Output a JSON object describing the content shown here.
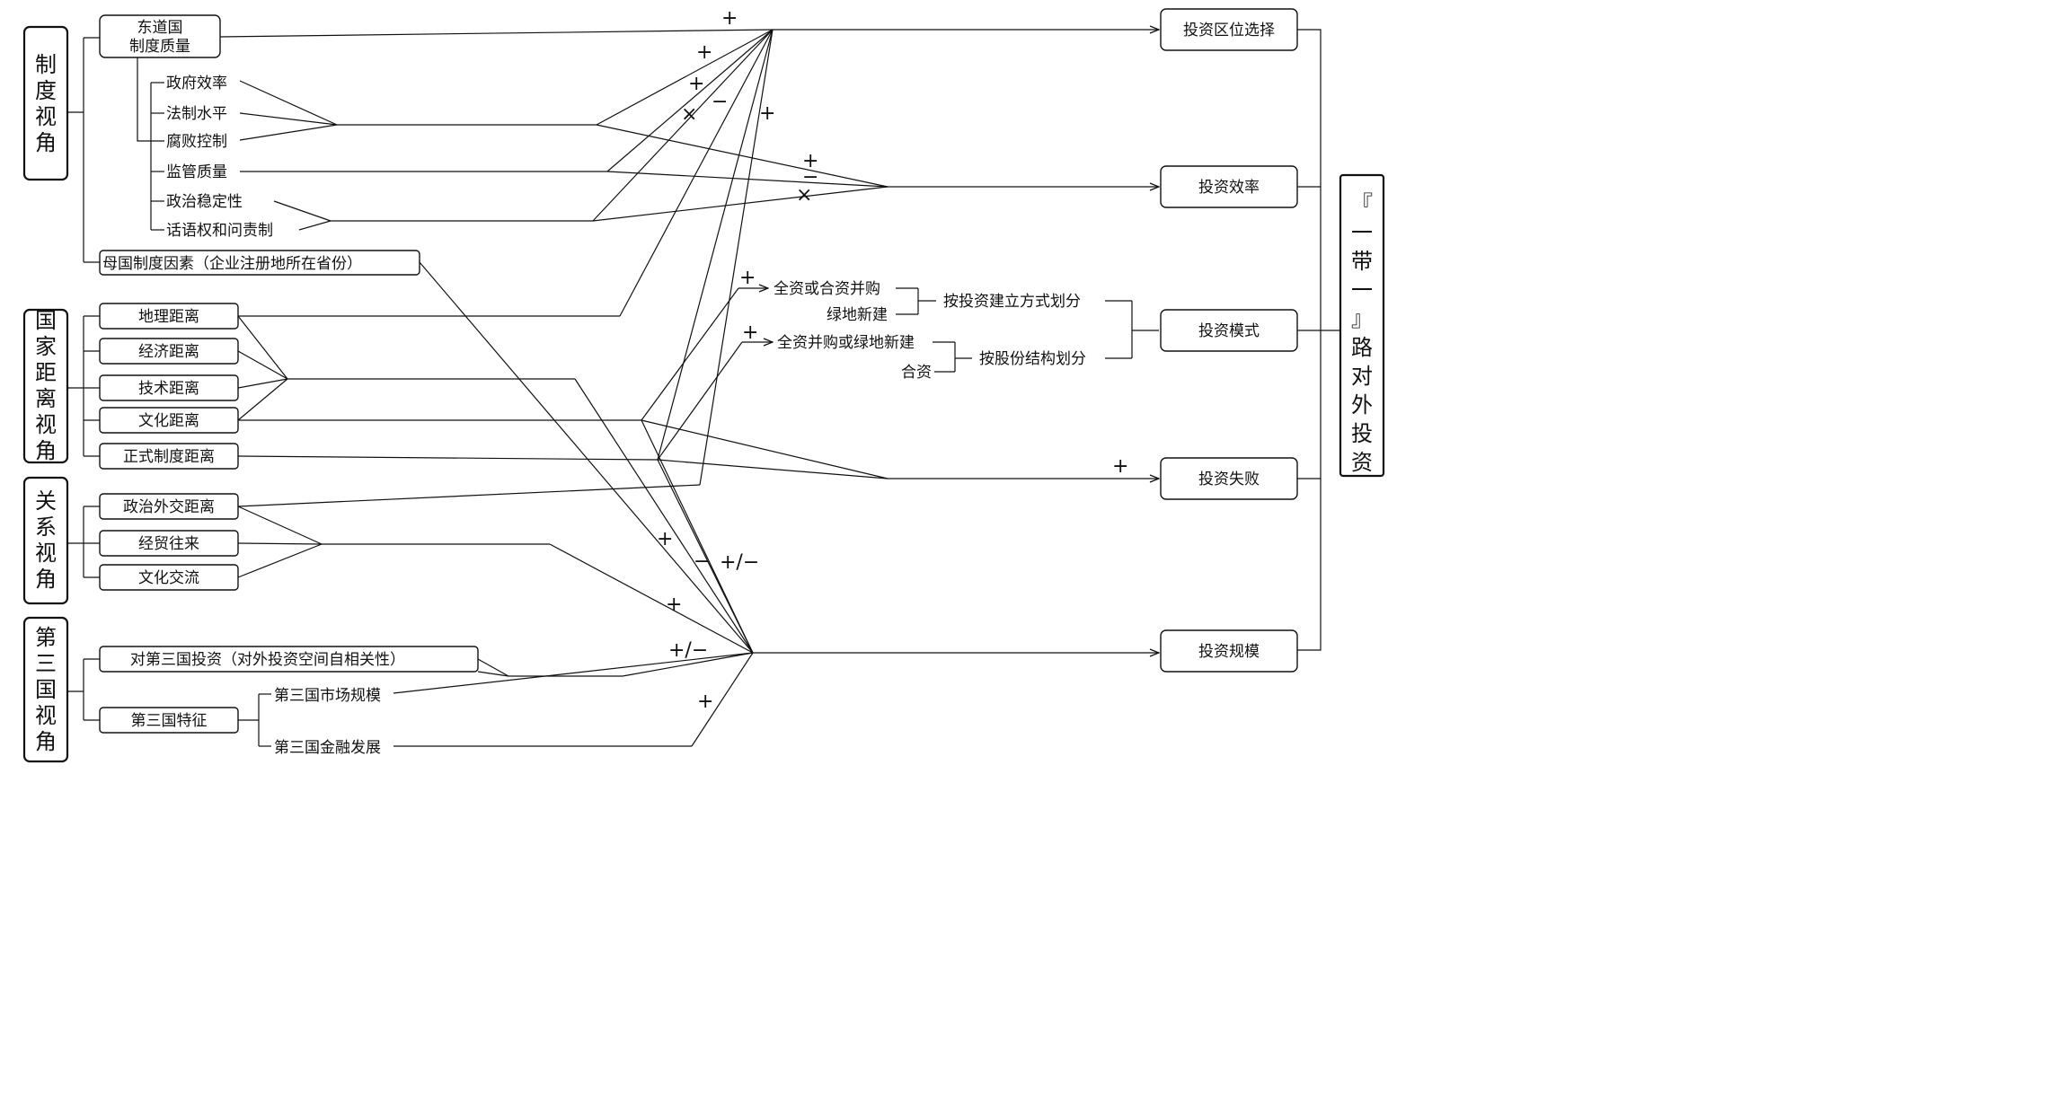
{
  "perspectives": [
    {
      "label": "制度视角"
    },
    {
      "label": "国家距离视角"
    },
    {
      "label": "关系视角"
    },
    {
      "label": "第三国视角"
    }
  ],
  "factors": {
    "institution_quality": "东道国\n制度质量",
    "gov_efficiency": "政府效率",
    "rule_of_law": "法制水平",
    "corruption_control": "腐败控制",
    "regulatory_quality": "监管质量",
    "political_stability": "政治稳定性",
    "voice_accountability": "话语权和问责制",
    "home_institution": "母国制度因素（企业注册地所在省份）",
    "geo_distance": "地理距离",
    "econ_distance": "经济距离",
    "tech_distance": "技术距离",
    "culture_distance": "文化距离",
    "formal_inst_distance": "正式制度距离",
    "diplomatic_distance": "政治外交距离",
    "trade_relations": "经贸往来",
    "cultural_exchange": "文化交流",
    "third_country_invest": "对第三国投资（对外投资空间自相关性）",
    "third_country_features": "第三国特征",
    "third_market_size": "第三国市场规模",
    "third_financial_dev": "第三国金融发展"
  },
  "outcomes": {
    "location": "投资区位选择",
    "efficiency": "投资效率",
    "mode": "投资模式",
    "failure": "投资失败",
    "scale": "投资规模"
  },
  "mode_details": {
    "acquisition_vs_jv": "全资或合资并购",
    "greenfield": "绿地新建",
    "by_establishment": "按投资建立方式划分",
    "acquisition_or_greenfield": "全资并购或绿地新建",
    "joint_venture": "合资",
    "by_equity": "按股份结构划分"
  },
  "main_title": "『一带一』路对外投资",
  "signs": {
    "plus": "+",
    "minus": "−",
    "times": "×",
    "plus_minus": "+/−"
  }
}
